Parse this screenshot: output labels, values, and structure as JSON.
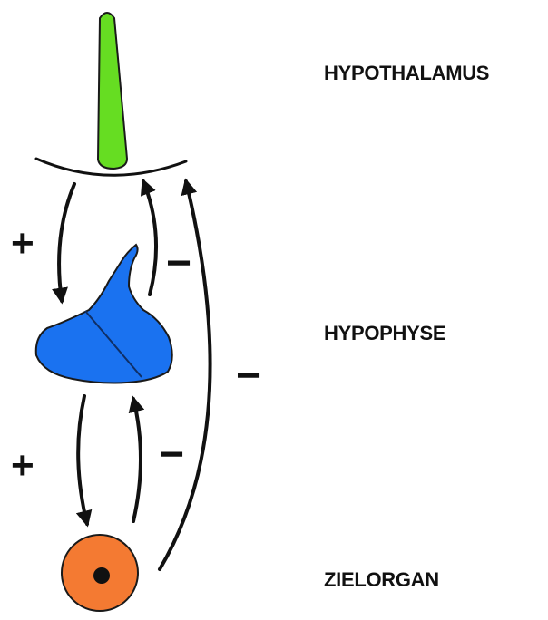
{
  "labels": {
    "hypothalamus": "HYPOTHALAMUS",
    "hypophyse": "HYPOPHYSE",
    "zielorgan": "ZIELORGAN"
  },
  "signs": {
    "hypothalamus_to_hypophyse": "+",
    "hypophyse_to_hypothalamus": "−",
    "hypophyse_to_zielorgan": "+",
    "zielorgan_to_hypophyse": "−",
    "zielorgan_to_hypothalamus": "−"
  },
  "colors": {
    "hypothalamus": "#66dd22",
    "hypophyse": "#1a72f0",
    "zielorgan": "#f47a32",
    "ink": "#111111"
  },
  "icons": {
    "hypothalamus": "hypothalamus-stalk-shape",
    "hypophyse": "pituitary-gland-shape",
    "zielorgan": "target-organ-circle-shape"
  }
}
